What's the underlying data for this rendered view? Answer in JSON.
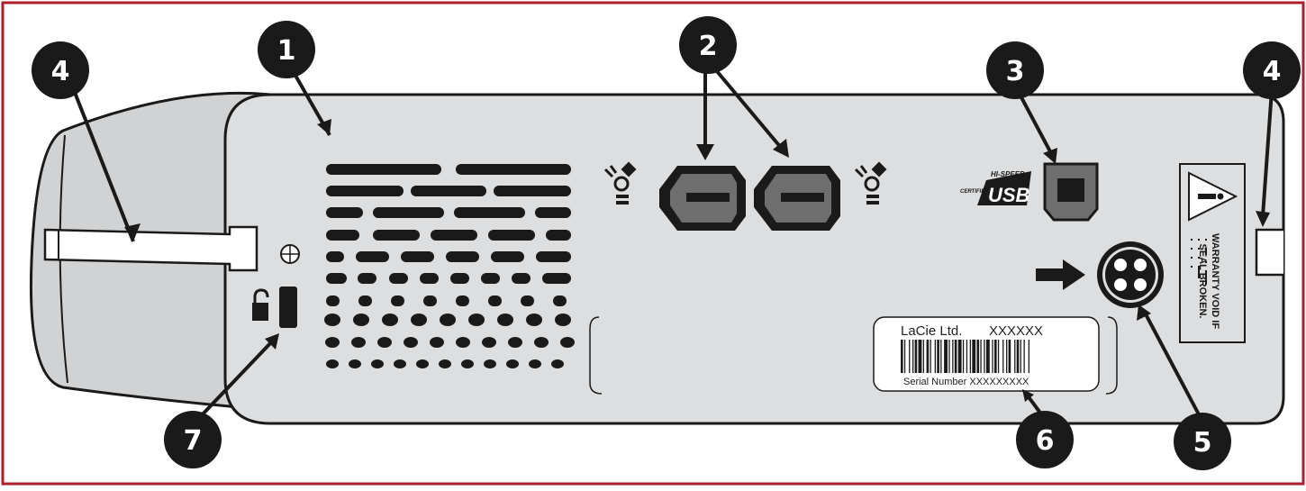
{
  "callouts": {
    "c1": "1",
    "c2": "2",
    "c3": "3",
    "c4_left": "4",
    "c4_right": "4",
    "c5": "5",
    "c6": "6",
    "c7": "7"
  },
  "serial_label": {
    "brand": "LaCie Ltd.",
    "model": "XXXXXX",
    "serial": "Serial Number  XXXXXXXXX"
  },
  "usb_logo": {
    "top": "HI-SPEED",
    "side": "CERTIFIED",
    "main": "USB"
  },
  "warning": {
    "line1": "WARRANTY VOID IF",
    "line2": "SEAL BROKEN."
  },
  "colors": {
    "border": "#b01e2e",
    "body_fill": "#d4d6d8",
    "dark": "#1a1a1a",
    "port_gray": "#6e6e6e"
  }
}
